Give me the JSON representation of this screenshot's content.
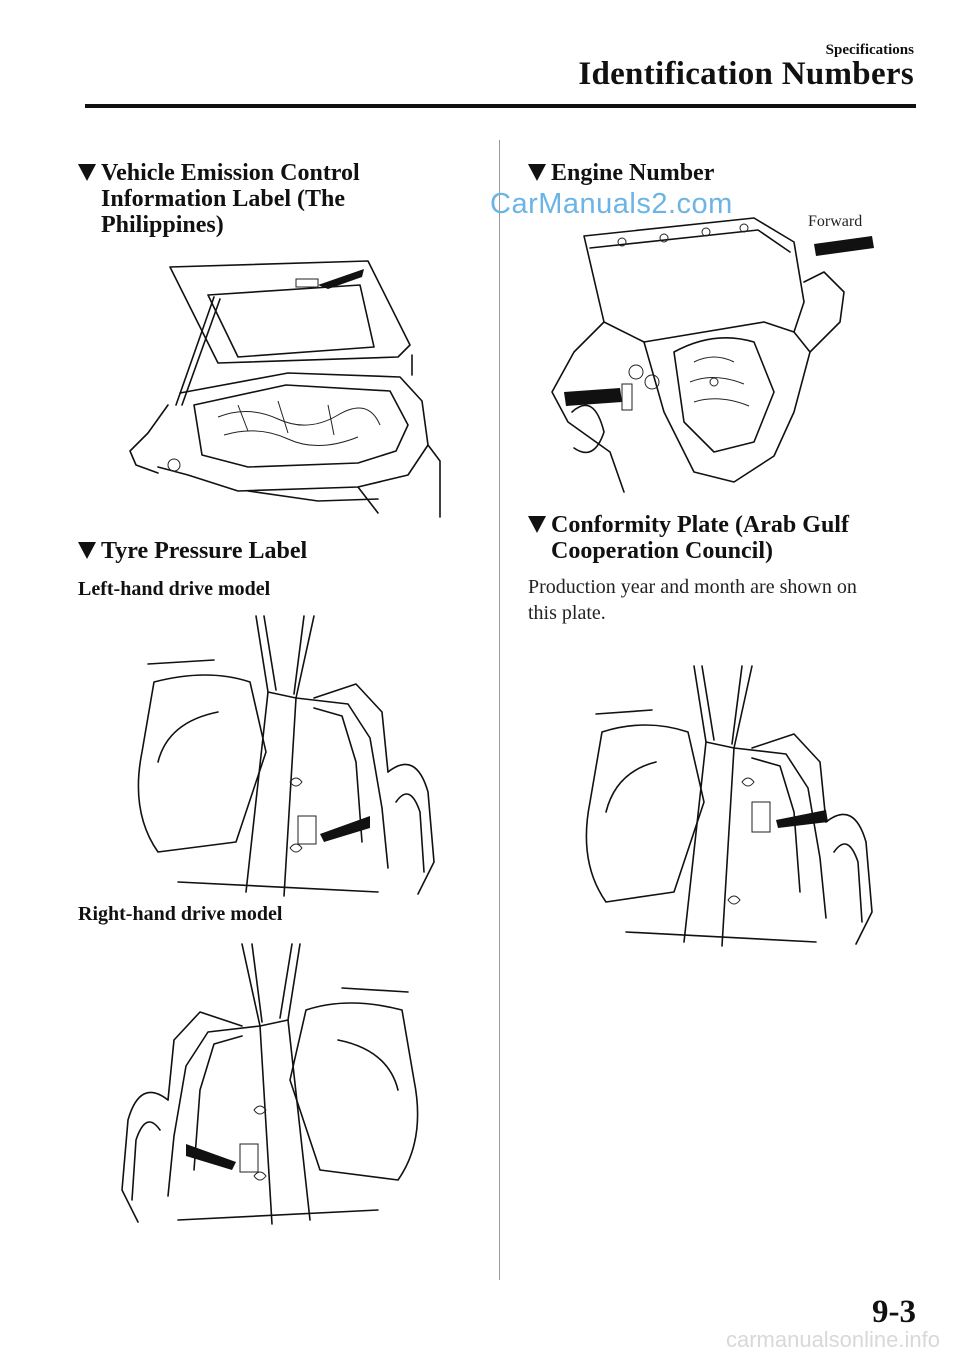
{
  "header": {
    "section": "Specifications",
    "title": "Identification Numbers"
  },
  "sections": {
    "vehicle_emission": {
      "heading": "Vehicle Emission Control\nInformation Label (The\nPhilippines)"
    },
    "tyre_pressure": {
      "heading": "Tyre Pressure Label",
      "lhd_label": "Left-hand drive model",
      "rhd_label": "Right-hand drive model"
    },
    "engine_number": {
      "heading": "Engine Number",
      "forward_label": "Forward"
    },
    "conformity_plate": {
      "heading": "Conformity Plate (Arab Gulf\nCooperation Council)",
      "body": "Production year and month are shown on\nthis plate."
    }
  },
  "watermark": "CarManuals2.com",
  "page_number": "9-3",
  "footer_url": "carmanualsonline.info"
}
